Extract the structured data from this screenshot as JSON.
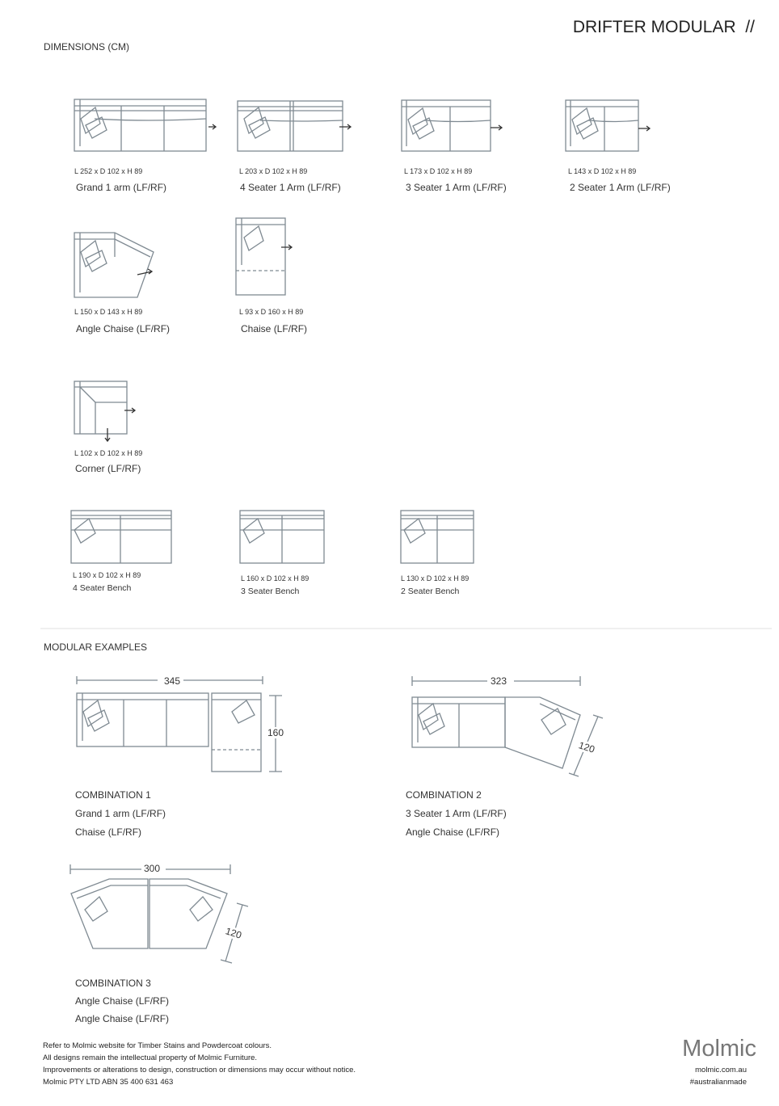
{
  "header": {
    "title": "DRIFTER MODULAR",
    "title_suffix": "//"
  },
  "dimensions": {
    "heading": "DIMENSIONS (CM)",
    "items": [
      {
        "dims": "L  252  x D  102  x  H 89",
        "name": "Grand 1 arm (LF/RF)"
      },
      {
        "dims": "L  203  x D  102  x  H 89",
        "name": "4 Seater 1 Arm (LF/RF)"
      },
      {
        "dims": "L  173  x  D  102  x H  89",
        "name": "3 Seater 1 Arm (LF/RF)"
      },
      {
        "dims": "L  143  x D  102  x  H 89",
        "name": "2 Seater 1 Arm (LF/RF)"
      },
      {
        "dims": "L  150  x D 143  x  H 89",
        "name": "Angle Chaise (LF/RF)"
      },
      {
        "dims": "L  93    x D  160  x  H 89",
        "name": "Chaise (LF/RF)"
      },
      {
        "dims": "L  102  x D  102  x  H 89",
        "name": "Corner (LF/RF)"
      },
      {
        "dims": "L 190 x D 102 x H 89",
        "name": "4 Seater Bench"
      },
      {
        "dims": "L 160 x D 102 x H 89",
        "name": "3 Seater Bench"
      },
      {
        "dims": "L 130 x D 102 x H 89",
        "name": "2 Seater Bench"
      }
    ]
  },
  "examples": {
    "heading": "MODULAR EXAMPLES",
    "combos": [
      {
        "title": "COMBINATION 1",
        "parts": [
          "Grand 1 arm (LF/RF)",
          "Chaise (LF/RF)"
        ],
        "width": "345",
        "depth": "160"
      },
      {
        "title": "COMBINATION 2",
        "parts": [
          "3 Seater 1 Arm (LF/RF)",
          "Angle Chaise (LF/RF)"
        ],
        "width": "323",
        "depth": "120"
      },
      {
        "title": "COMBINATION 3",
        "parts": [
          "Angle Chaise (LF/RF)",
          "Angle Chaise (LF/RF)"
        ],
        "width": "300",
        "depth": "120"
      }
    ]
  },
  "footer": {
    "lines": [
      "Refer to Molmic website for Timber Stains and Powdercoat colours.",
      "All designs remain the intellectual property of Molmic Furniture.",
      "Improvements or alterations to design, construction or dimensions may occur without notice.",
      "Molmic PTY LTD ABN 35 400 631 463"
    ],
    "brand": "Molmic",
    "url": "molmic.com.au",
    "hashtag": "#australianmade"
  }
}
